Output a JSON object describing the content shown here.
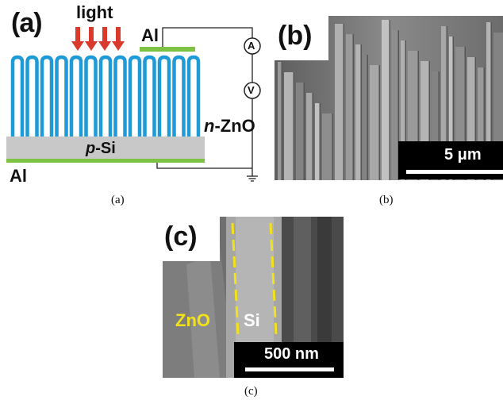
{
  "panel_a": {
    "letter": "(a)",
    "light_label": "light",
    "al_top_label": "Al",
    "al_bottom_label": "Al",
    "substrate_label": "p-Si",
    "substrate_prefix": "p",
    "substrate_suffix": "-Si",
    "nanowire_label_prefix": "n",
    "nanowire_label_suffix": "-ZnO",
    "ammeter_symbol": "A",
    "voltmeter_symbol": "V",
    "caption": "(a)",
    "colors": {
      "nanowire": "#1e9ad6",
      "substrate": "#c8c8c8",
      "contact": "#7dc243",
      "arrow": "#d93a2b"
    }
  },
  "panel_b": {
    "letter": "(b)",
    "scale_label": "5 μm",
    "caption": "(b)"
  },
  "panel_c": {
    "letter": "(c)",
    "zno_label": "ZnO",
    "si_label": "Si",
    "scale_label": "500 nm",
    "caption": "(c)",
    "colors": {
      "label": "#f2e21a"
    }
  }
}
